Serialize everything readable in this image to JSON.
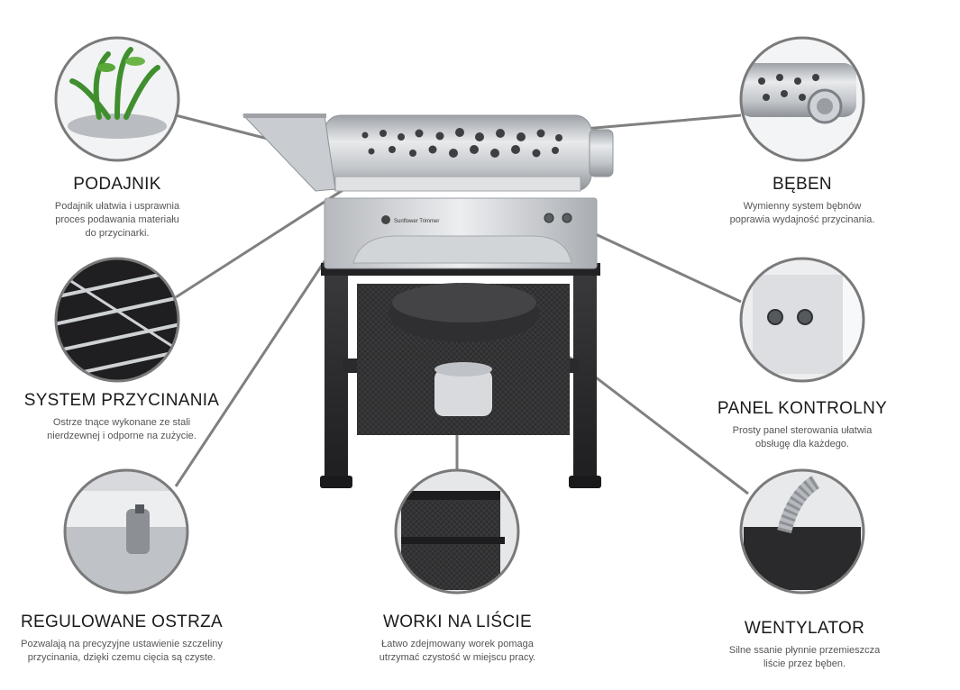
{
  "brand": {
    "logo_text": "Sunflower Trimmer"
  },
  "features": {
    "podajnik": {
      "title": "PODAJNIK",
      "desc": "Podajnik ułatwia i usprawnia proces podawania materiału do przycinarki."
    },
    "system": {
      "title": "SYSTEM PRZYCINANIA",
      "desc": "Ostrze tnące wykonane ze stali nierdzewnej i odporne na zużycie."
    },
    "ostrza": {
      "title": "REGULOWANE OSTRZA",
      "desc": "Pozwalają na precyzyjne ustawienie szczeliny przycinania, dzięki czemu cięcia są czyste."
    },
    "worki": {
      "title": "WORKI NA LIŚCIE",
      "desc": "Łatwo zdejmowany worek pomaga utrzymać czystość w miejscu pracy."
    },
    "beben": {
      "title": "BĘBEN",
      "desc": "Wymienny system bębnów poprawia wydajność przycinania."
    },
    "panel": {
      "title": "PANEL KONTROLNY",
      "desc": "Prosty panel sterowania ułatwia obsługę dla każdego."
    },
    "wentylator": {
      "title": "WENTYLATOR",
      "desc": "Silne ssanie płynnie przemieszcza liście przez bęben."
    }
  },
  "colors": {
    "ring": "#7a7a7a",
    "line": "#808080",
    "steel": "#b9bcc0",
    "frame": "#2b2b2d"
  },
  "icons": [
    "plant-photo",
    "blade-photo",
    "knob-photo",
    "bag-photo",
    "drum-photo",
    "button-photo",
    "fan-photo"
  ]
}
